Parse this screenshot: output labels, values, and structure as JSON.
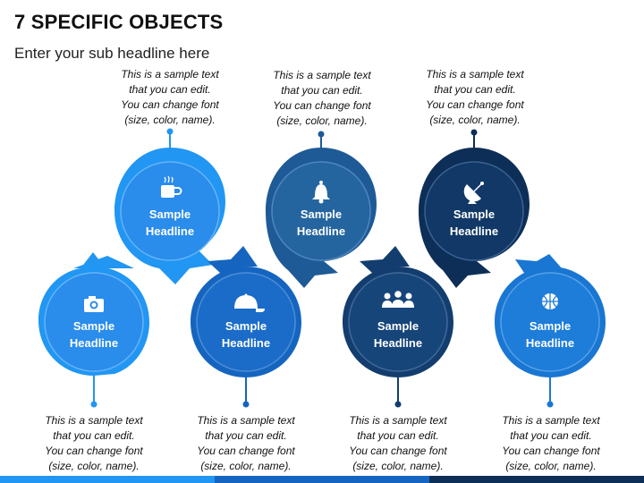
{
  "title": "7 SPECIFIC OBJECTS",
  "subtitle": "Enter your sub headline here",
  "colors": {
    "light_blue": "#2196F3",
    "medium_blue": "#1565C0",
    "steel_blue": "#1E5A96",
    "dark_navy": "#0D2E57",
    "navy": "#123D6E",
    "bright_blue": "#1976D2"
  },
  "nodes": [
    {
      "id": "1",
      "headline_line1": "Sample",
      "headline_line2": "Headline",
      "icon": "coffee-cup-icon",
      "text": [
        "This is a sample text",
        "that you can edit.",
        "You can change font",
        "(size, color, name)."
      ]
    },
    {
      "id": "2",
      "headline_line1": "Sample",
      "headline_line2": "Headline",
      "icon": "camera-icon",
      "text": [
        "This is a sample text",
        "that you can edit.",
        "You can change font",
        "(size, color, name)."
      ]
    },
    {
      "id": "3",
      "headline_line1": "Sample",
      "headline_line2": "Headline",
      "icon": "cap-icon",
      "text": [
        "This is a sample text",
        "that you can edit.",
        "You can change font",
        "(size, color, name)."
      ]
    },
    {
      "id": "4",
      "headline_line1": "Sample",
      "headline_line2": "Headline",
      "icon": "bell-icon",
      "text": [
        "This is a sample text",
        "that you can edit.",
        "You can change font",
        "(size, color, name)."
      ]
    },
    {
      "id": "5",
      "headline_line1": "Sample",
      "headline_line2": "Headline",
      "icon": "group-icon",
      "text": [
        "This is a sample text",
        "that you can edit.",
        "You can change font",
        "(size, color, name)."
      ]
    },
    {
      "id": "6",
      "headline_line1": "Sample",
      "headline_line2": "Headline",
      "icon": "satellite-dish-icon",
      "text": [
        "This is a sample text",
        "that you can edit.",
        "You can change font",
        "(size, color, name)."
      ]
    },
    {
      "id": "7",
      "headline_line1": "Sample",
      "headline_line2": "Headline",
      "icon": "basketball-icon",
      "text": [
        "This is a sample text",
        "that you can edit.",
        "You can change font",
        "(size, color, name)."
      ]
    }
  ]
}
